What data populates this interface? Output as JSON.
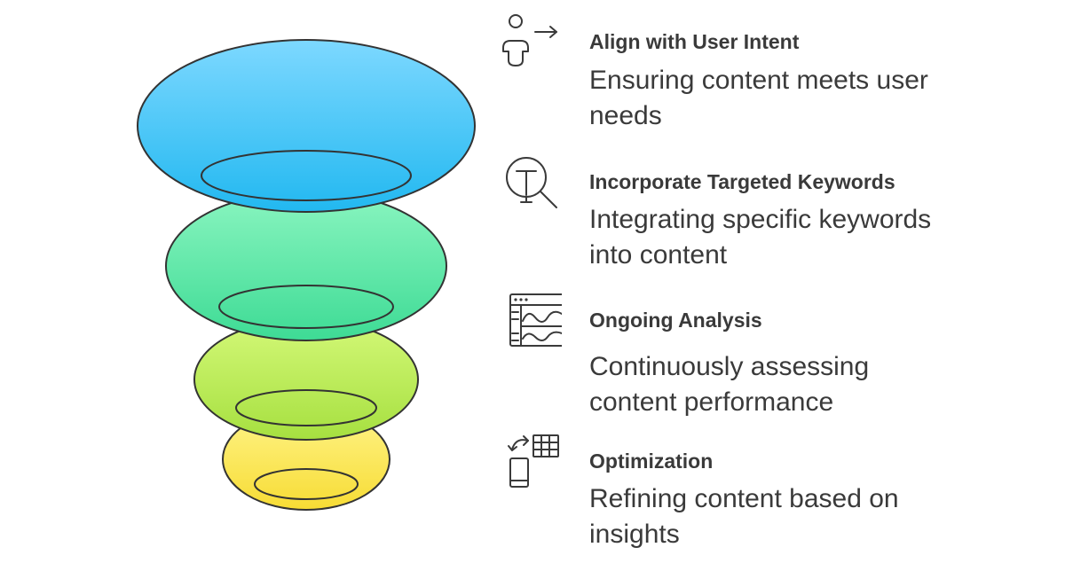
{
  "steps": [
    {
      "title": "Align with User Intent",
      "description": "Ensuring content meets user needs",
      "icon": "user-arrow-icon",
      "color_top": "#7dd8ff",
      "color_bottom": "#22b8f0"
    },
    {
      "title": "Incorporate Targeted Keywords",
      "description": "Integrating specific keywords into content",
      "icon": "text-search-icon",
      "color_top": "#8af5c0",
      "color_bottom": "#3edb95"
    },
    {
      "title": "Ongoing Analysis",
      "description": "Continuously assessing content performance",
      "icon": "analytics-chart-icon",
      "color_top": "#d4f878",
      "color_bottom": "#a6e040"
    },
    {
      "title": "Optimization",
      "description": "Refining content based on insights",
      "icon": "device-table-icon",
      "color_top": "#fff48a",
      "color_bottom": "#f7dc34"
    }
  ]
}
